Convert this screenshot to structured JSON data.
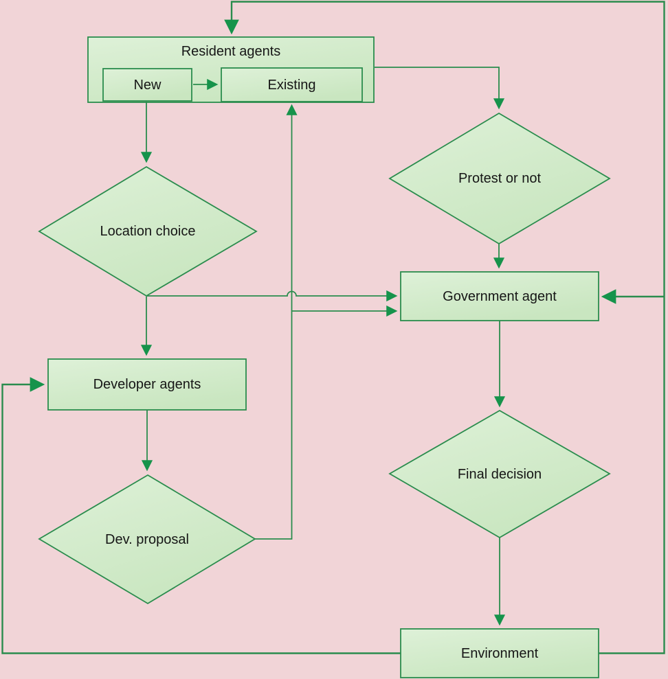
{
  "diagram": {
    "background_color": "#f1d4d7",
    "node_fill_top": "#def1d8",
    "node_fill_bottom": "#c9e6c0",
    "stroke_color": "#2a8c4d",
    "arrow_color": "#16934b",
    "text_color": "#161616",
    "nodes": {
      "resident_agents": {
        "label": "Resident agents",
        "shape": "rectangle-container"
      },
      "new": {
        "label": "New",
        "shape": "rectangle"
      },
      "existing": {
        "label": "Existing",
        "shape": "rectangle"
      },
      "location_choice": {
        "label": "Location choice",
        "shape": "diamond"
      },
      "protest_or_not": {
        "label": "Protest or not",
        "shape": "diamond"
      },
      "government_agent": {
        "label": "Government agent",
        "shape": "rectangle"
      },
      "developer_agents": {
        "label": "Developer agents",
        "shape": "rectangle"
      },
      "final_decision": {
        "label": "Final decision",
        "shape": "diamond"
      },
      "dev_proposal": {
        "label": "Dev. proposal",
        "shape": "diamond"
      },
      "environment": {
        "label": "Environment",
        "shape": "rectangle"
      }
    },
    "edges": [
      {
        "from": "new",
        "to": "existing"
      },
      {
        "from": "resident_agents",
        "to": "protest_or_not"
      },
      {
        "from": "new",
        "to": "location_choice"
      },
      {
        "from": "location_choice",
        "to": "developer_agents"
      },
      {
        "from": "location_choice",
        "to": "government_agent"
      },
      {
        "from": "protest_or_not",
        "to": "government_agent"
      },
      {
        "from": "developer_agents",
        "to": "dev_proposal"
      },
      {
        "from": "dev_proposal",
        "to": "existing"
      },
      {
        "from": "dev_proposal",
        "to": "government_agent"
      },
      {
        "from": "government_agent",
        "to": "final_decision"
      },
      {
        "from": "final_decision",
        "to": "environment"
      },
      {
        "from": "environment",
        "to": "resident_agents"
      },
      {
        "from": "environment",
        "to": "government_agent"
      },
      {
        "from": "environment",
        "to": "developer_agents"
      }
    ]
  }
}
